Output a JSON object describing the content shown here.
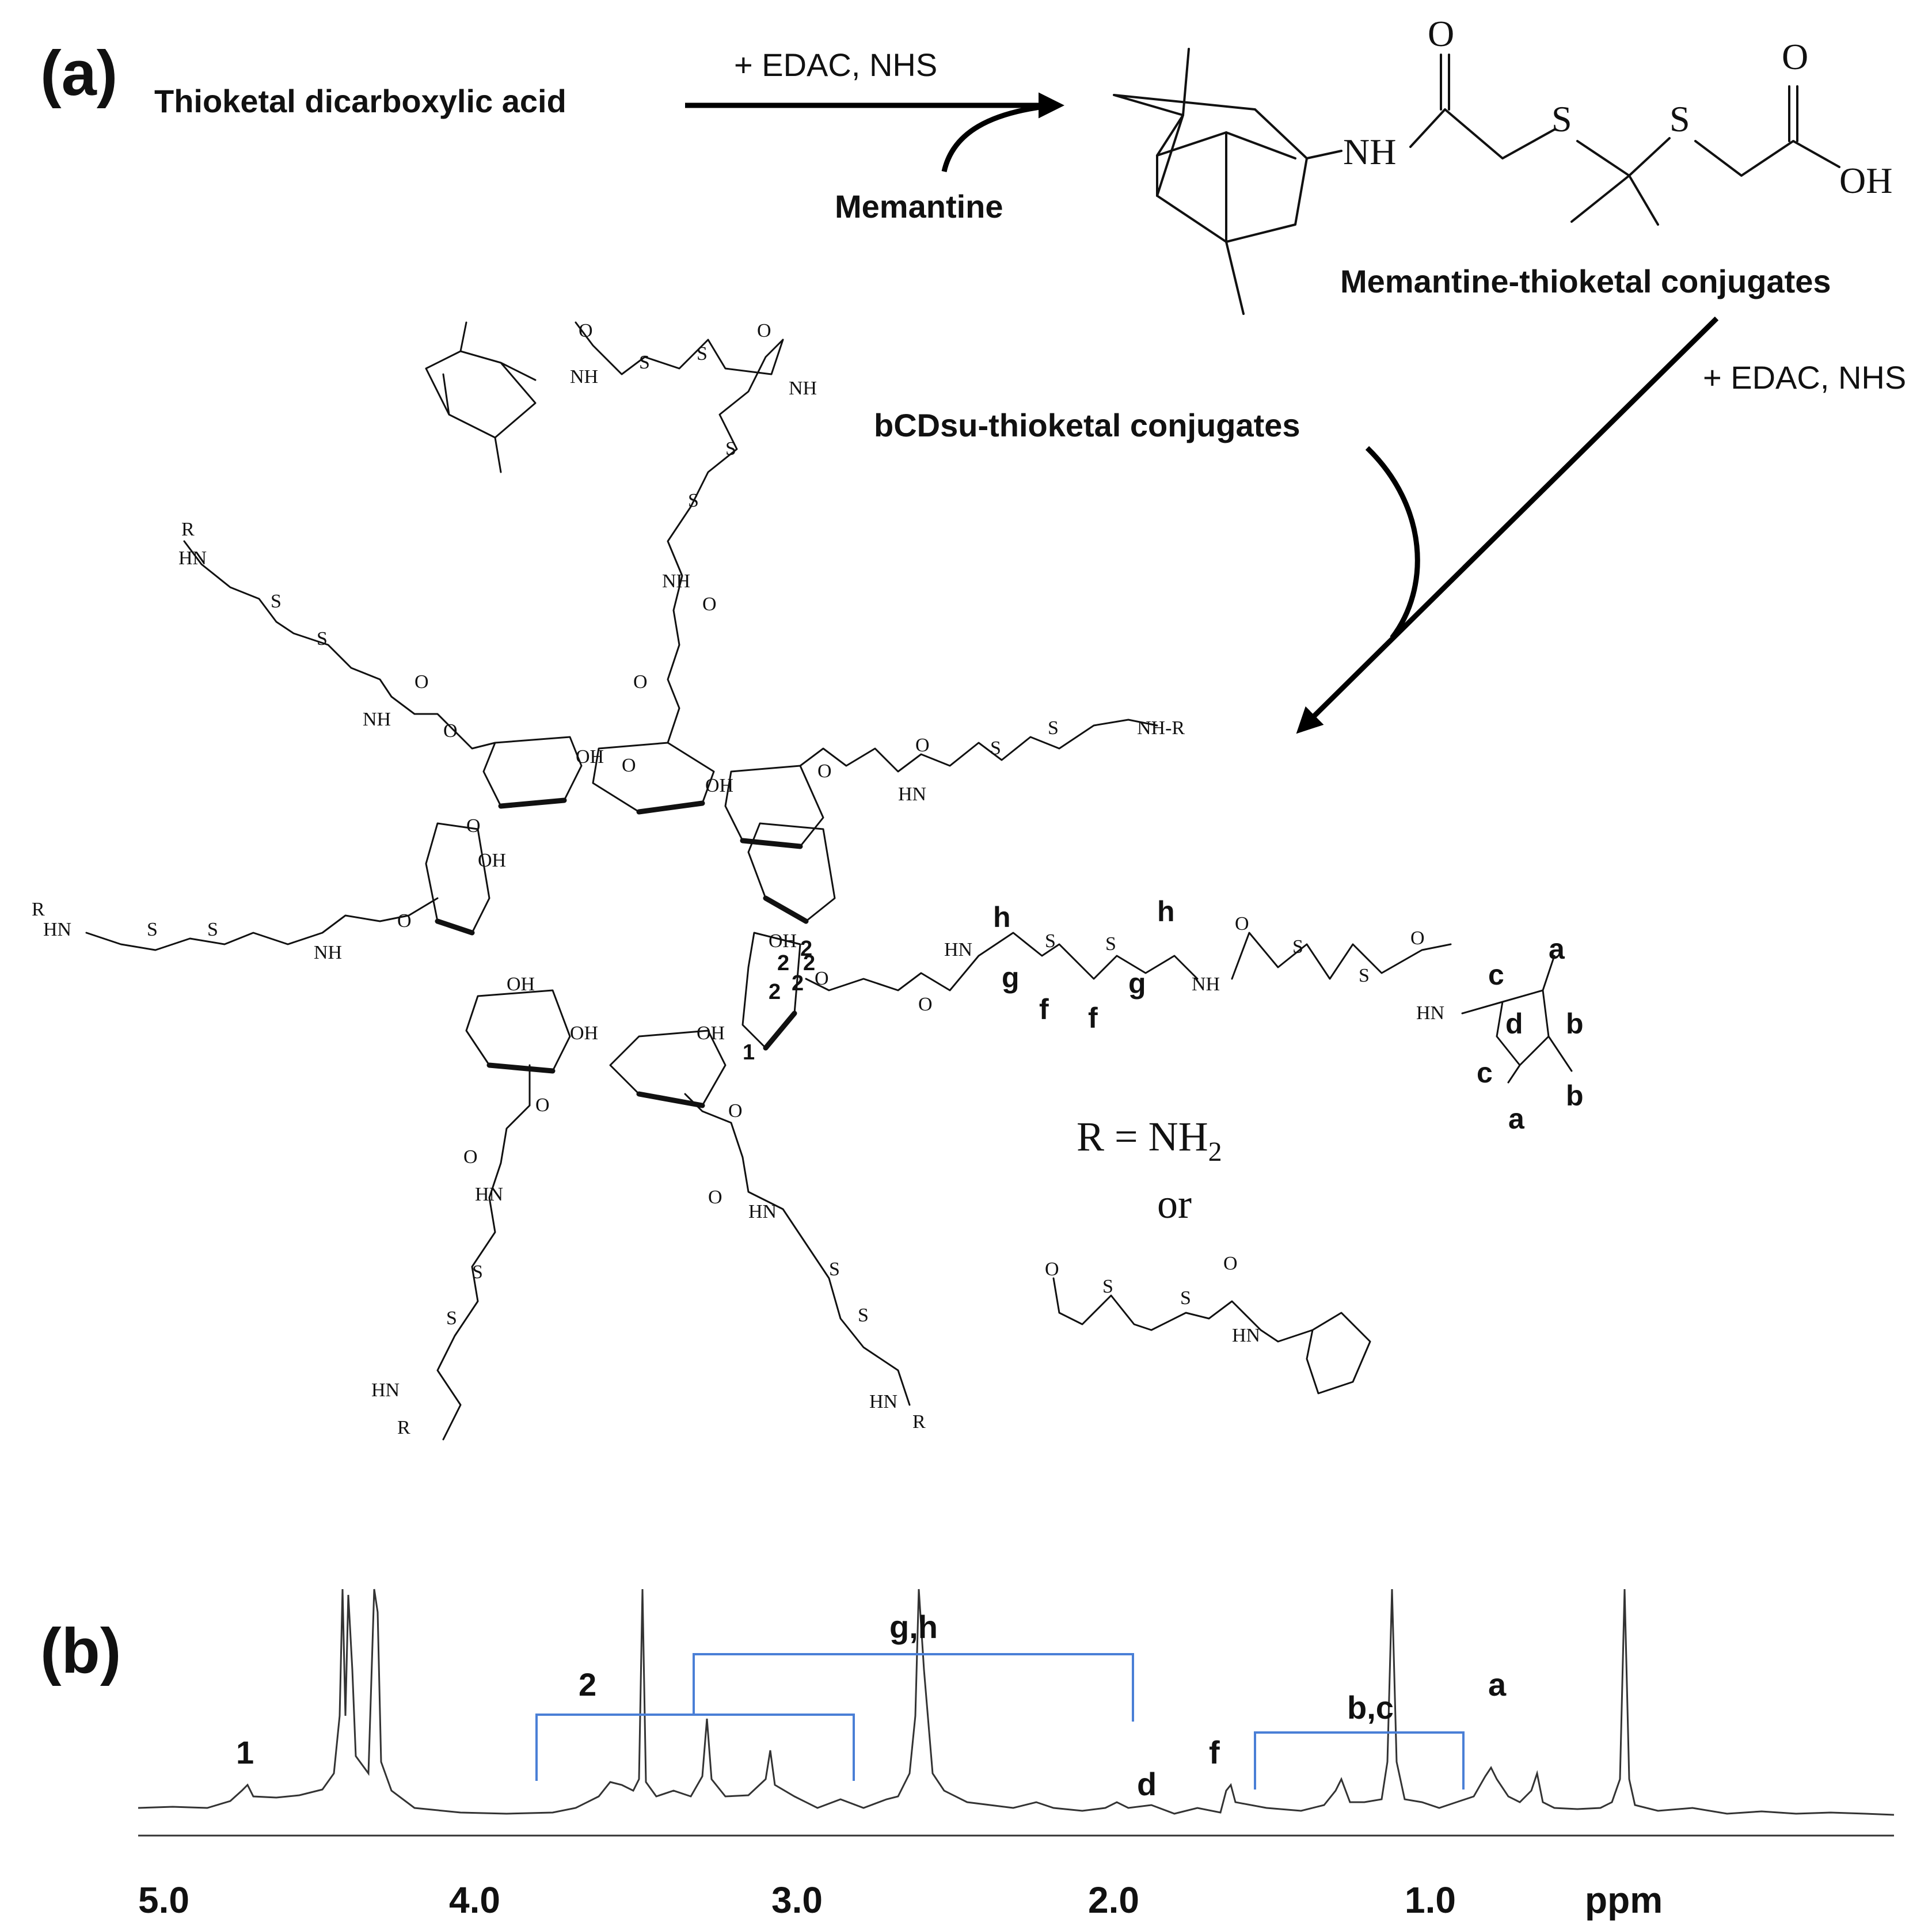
{
  "panel_a": {
    "label": "(a)",
    "thioketal": "Thioketal dicarboxylic acid",
    "reagents_1": "+ EDAC, NHS",
    "memantine": "Memantine",
    "mem_conj_title": "Memantine-thioketal conjugates",
    "reagents_2": "+ EDAC, NHS",
    "bcd_title": "bCDsu-thioketal conjugates",
    "atoms": {
      "O": "O",
      "NH": "NH",
      "S": "S",
      "OH": "OH",
      "HN": "HN",
      "R": "R",
      "NHR": "NH-R"
    },
    "r_def": "R = NH",
    "r_sub": "2",
    "or": "or",
    "assign_letters": {
      "a": "a",
      "b": "b",
      "c": "c",
      "d": "d",
      "f": "f",
      "g": "g",
      "h": "h",
      "one": "1",
      "two": "2"
    }
  },
  "panel_b": {
    "label": "(b)",
    "peaks": {
      "p1": "1",
      "p2": "2",
      "pgh": "g,h",
      "pf": "f",
      "pd": "d",
      "pbc": "b,c",
      "pa": "a"
    },
    "ticks": [
      "5.0",
      "4.0",
      "3.0",
      "2.0",
      "1.0"
    ],
    "unit": "ppm",
    "bracket_color": "#4a7fd6"
  }
}
